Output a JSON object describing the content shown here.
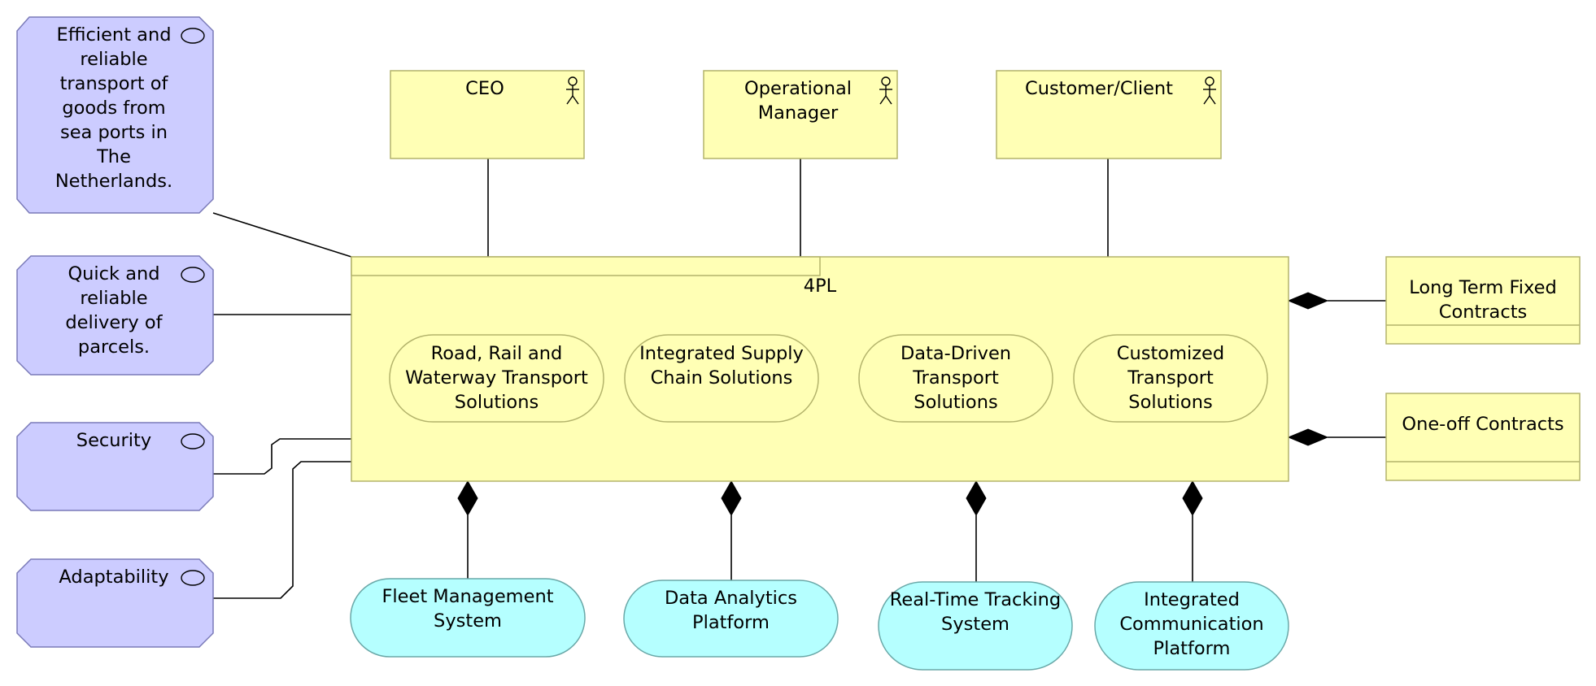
{
  "colors": {
    "business_fill": "#ffffb5",
    "business_stroke": "#b3b36b",
    "value_fill": "#ccccff",
    "value_stroke": "#7a7ab8",
    "system_fill": "#b5ffff",
    "system_stroke": "#6aa8a8",
    "line": "#000000"
  },
  "values": [
    {
      "label": "Efficient and reliable transport of goods from sea ports in The Netherlands.",
      "icon": "value-ellipse-icon"
    },
    {
      "label": "Quick and reliable delivery of parcels.",
      "icon": "value-ellipse-icon"
    },
    {
      "label": "Security",
      "icon": "value-ellipse-icon"
    },
    {
      "label": "Adaptability",
      "icon": "value-ellipse-icon"
    }
  ],
  "actors": [
    {
      "label": "CEO",
      "icon": "actor-stick-figure-icon"
    },
    {
      "label": "Operational Manager",
      "icon": "actor-stick-figure-icon"
    },
    {
      "label": "Customer/Client",
      "icon": "actor-stick-figure-icon"
    }
  ],
  "main": {
    "label": "4PL"
  },
  "services": [
    {
      "label": "Road, Rail and Waterway Transport Solutions"
    },
    {
      "label": "Integrated Supply Chain Solutions"
    },
    {
      "label": "Data-Driven Transport Solutions"
    },
    {
      "label": "Customized Transport Solutions"
    }
  ],
  "contracts": [
    {
      "label": "Long Term Fixed Contracts"
    },
    {
      "label": "One-off Contracts"
    }
  ],
  "systems": [
    {
      "label": "Fleet Management System"
    },
    {
      "label": "Data Analytics Platform"
    },
    {
      "label": "Real-Time Tracking System"
    },
    {
      "label": "Integrated Communication Platform"
    }
  ]
}
